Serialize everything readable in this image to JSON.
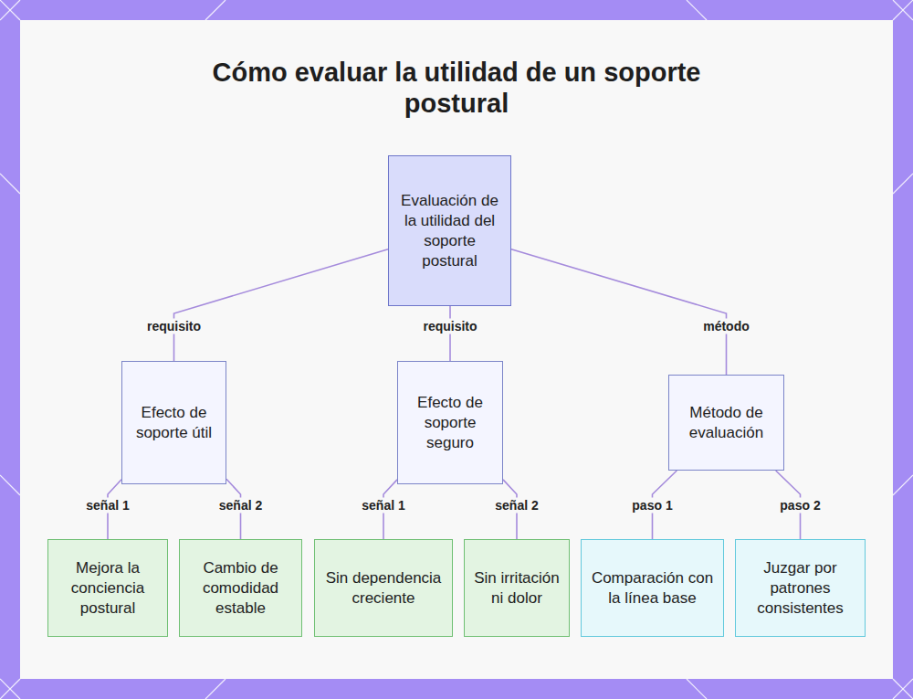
{
  "diagram": {
    "title": "Cómo evaluar la utilidad de un soporte postural",
    "nodes": [
      {
        "text": [
          "Evaluación de la utilidad del soporte postural"
        ]
      },
      {
        "text": [
          "Efecto de soporte útil"
        ]
      },
      {
        "text": [
          "Efecto de soporte seguro"
        ]
      },
      {
        "text": [
          "Método de evaluación"
        ]
      },
      {
        "text": [
          "Mejora la conciencia postural"
        ]
      },
      {
        "text": [
          "Cambio de comodidad estable"
        ]
      },
      {
        "text": [
          "Sin dependencia creciente"
        ]
      },
      {
        "text": [
          "Sin irritación ni dolor"
        ]
      },
      {
        "text": [
          "Comparación con la línea base"
        ]
      },
      {
        "text": [
          "Juzgar por patrones consistentes"
        ]
      }
    ],
    "edges": [
      {
        "from": 0,
        "to": 1,
        "label": "requisito",
        "arrow": "none"
      },
      {
        "from": 0,
        "to": 2,
        "label": "requisito",
        "arrow": "none"
      },
      {
        "from": 0,
        "to": 3,
        "label": "método",
        "arrow": "none"
      },
      {
        "from": 1,
        "to": 4,
        "label": "señal 1",
        "arrow": "none"
      },
      {
        "from": 1,
        "to": 5,
        "label": "señal 2",
        "arrow": "none"
      },
      {
        "from": 2,
        "to": 6,
        "label": "señal 1",
        "arrow": "none"
      },
      {
        "from": 2,
        "to": 7,
        "label": "señal 2",
        "arrow": "none"
      },
      {
        "from": 3,
        "to": 8,
        "label": "paso 1",
        "arrow": "none"
      },
      {
        "from": 3,
        "to": 9,
        "label": "paso 2",
        "arrow": "none"
      }
    ]
  }
}
